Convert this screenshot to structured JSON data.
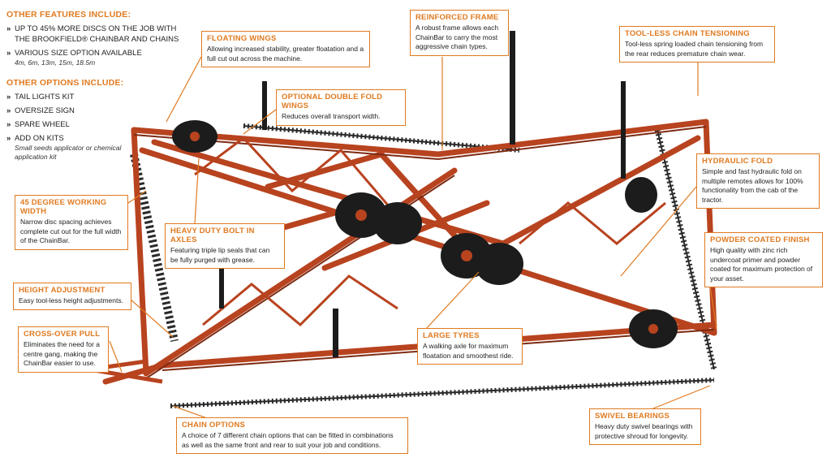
{
  "colors": {
    "accent": "#e07a20",
    "frame": "#b8431f",
    "frame_dark": "#7d2a12",
    "tyre": "#1c1c1c"
  },
  "features": {
    "heading": "OTHER FEATURES INCLUDE:",
    "items": [
      {
        "text": "UP TO 45% MORE DISCS ON THE JOB WITH THE BROOKFIELD® CHAINBAR AND CHAINS",
        "sub": ""
      },
      {
        "text": "VARIOUS SIZE OPTION AVAILABLE",
        "sub": "4m, 6m, 13m, 15m, 18.5m"
      }
    ]
  },
  "options": {
    "heading": "OTHER OPTIONS INCLUDE:",
    "items": [
      {
        "text": "TAIL LIGHTS KIT",
        "sub": ""
      },
      {
        "text": "OVERSIZE SIGN",
        "sub": ""
      },
      {
        "text": "SPARE WHEEL",
        "sub": ""
      },
      {
        "text": "ADD ON KITS",
        "sub": "Small seeds applicator or chemical application kit"
      }
    ]
  },
  "callouts": {
    "floating_wings": {
      "title": "FLOATING WINGS",
      "desc": "Allowing increased stability, greater floatation and a full cut out across the machine."
    },
    "reinforced_frame": {
      "title": "REINFORCED FRAME",
      "desc": "A robust frame allows each ChainBar to carry the most aggressive chain types."
    },
    "toolless_tensioning": {
      "title": "TOOL-LESS CHAIN TENSIONING",
      "desc": "Tool-less spring loaded chain tensioning from the rear reduces premature chain wear."
    },
    "double_fold": {
      "title": "OPTIONAL DOUBLE FOLD WINGS",
      "desc": "Reduces overall transport width."
    },
    "hydraulic_fold": {
      "title": "HYDRAULIC FOLD",
      "desc": "Simple and fast hydraulic fold on multiple remotes allows for 100% functionality from the cab of the tractor."
    },
    "working_width": {
      "title": "45 DEGREE WORKING WIDTH",
      "desc": "Narrow disc spacing achieves complete cut out for the full width of the ChainBar."
    },
    "bolt_axles": {
      "title": "HEAVY DUTY BOLT IN AXLES",
      "desc": "Featuring triple lip seals that can be fully purged with grease."
    },
    "powder_coated": {
      "title": "POWDER COATED FINISH",
      "desc": "High quality with zinc rich undercoat primer and powder coated for maximum protection of your asset."
    },
    "height_adjust": {
      "title": "HEIGHT ADJUSTMENT",
      "desc": "Easy tool-less height adjustments."
    },
    "crossover_pull": {
      "title": "CROSS-OVER PULL",
      "desc": "Eliminates the need for a centre gang, making the ChainBar easier to use."
    },
    "large_tyres": {
      "title": "LARGE TYRES",
      "desc": "A walking axle for maximum floatation and smoothest ride."
    },
    "chain_options": {
      "title": "CHAIN OPTIONS",
      "desc": "A choice of 7 different chain options that can be fitted in combinations as well as the same front and rear to suit your job and conditions."
    },
    "swivel_bearings": {
      "title": "SWIVEL BEARINGS",
      "desc": "Heavy duty swivel bearings with protective shroud for longevity."
    }
  }
}
